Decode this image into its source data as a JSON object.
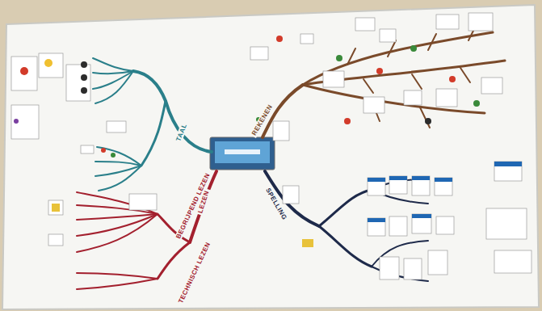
{
  "diagram": {
    "labels": [
      "TAAL",
      "REKENEN",
      "LEZEN",
      "SPELLING",
      "BEGRIJPEND LEZEN",
      "TECHNISCH LEZEN"
    ]
  }
}
